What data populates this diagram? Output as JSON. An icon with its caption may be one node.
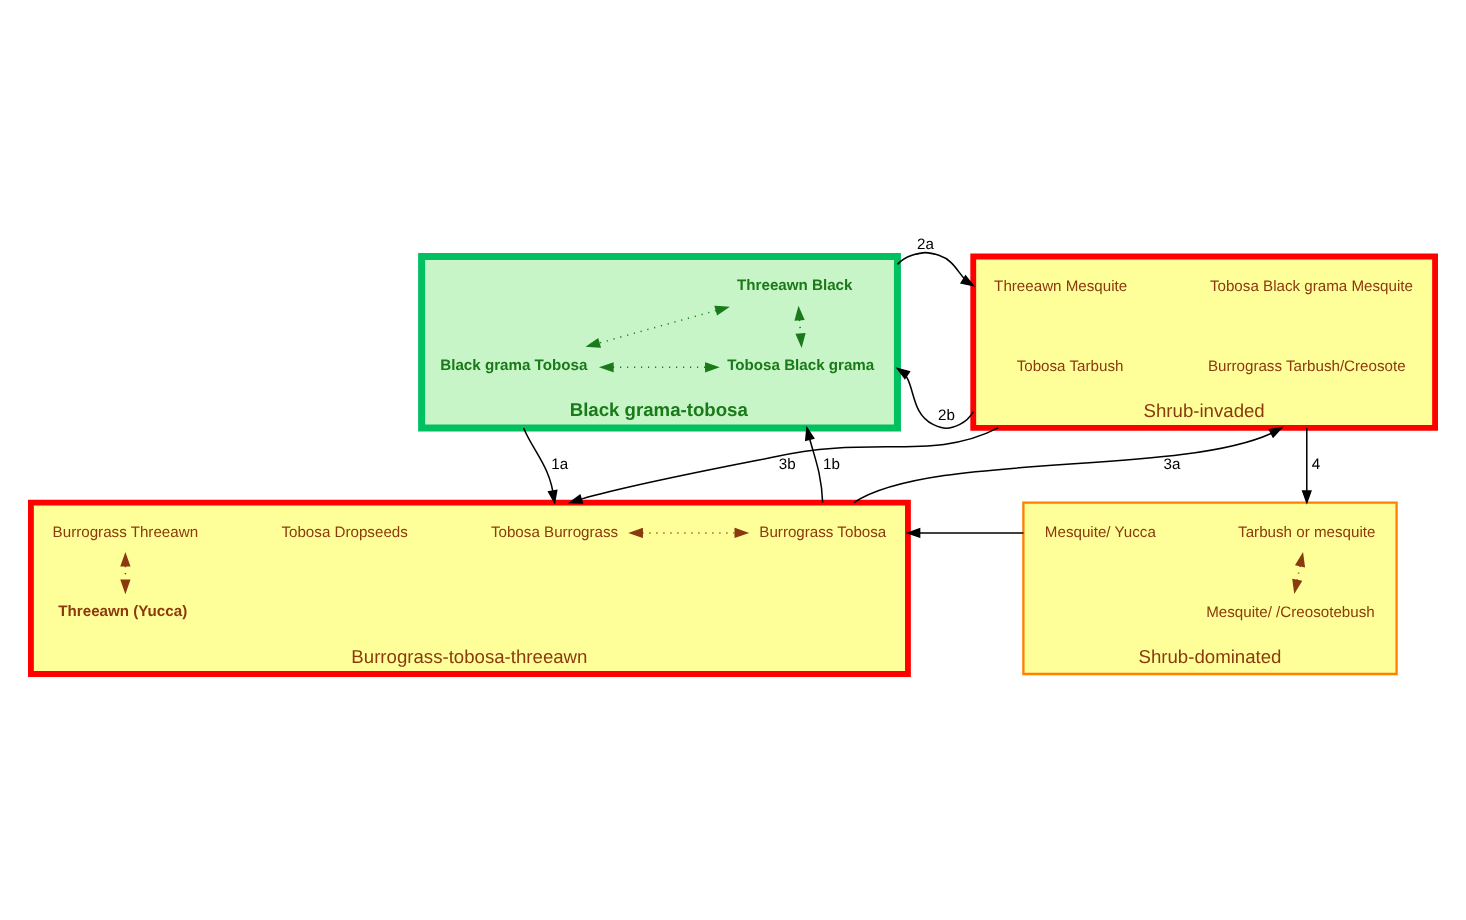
{
  "diagram": {
    "nodes": [
      {
        "text": [
          "Black grama-tobosa"
        ]
      },
      {
        "text": [
          "Threeawn Black"
        ],
        "in": 0
      },
      {
        "text": [
          "Black grama Tobosa"
        ],
        "in": 0
      },
      {
        "text": [
          "Tobosa Black grama"
        ],
        "in": 0
      },
      {
        "text": [
          "Shrub-invaded"
        ]
      },
      {
        "text": [
          "Tobosa Black grama Mesquite"
        ],
        "in": 4
      },
      {
        "text": [
          "Threeawn Mesquite"
        ],
        "in": 4
      },
      {
        "text": [
          "Burrograss Tarbush/Creosote"
        ],
        "in": 4
      },
      {
        "text": [
          "Tobosa Tarbush"
        ],
        "in": 4
      },
      {
        "text": [
          "Burrograss-tobosa-threeawn"
        ]
      },
      {
        "text": [
          "Tobosa Burrograss"
        ],
        "in": 9
      },
      {
        "text": [
          "Burrograss Tobosa"
        ],
        "in": 9
      },
      {
        "text": [
          "Tobosa Dropseeds"
        ],
        "in": 9
      },
      {
        "text": [
          "Burrograss Threeawn"
        ],
        "in": 9
      },
      {
        "text": [
          "Threeawn (Yucca)"
        ],
        "in": 9
      },
      {
        "text": [
          "Shrub-dominated"
        ]
      },
      {
        "text": [
          "Tarbush or mesquite"
        ],
        "in": 15
      },
      {
        "text": [
          "Mesquite/ Yucca"
        ],
        "in": 15
      },
      {
        "text": [
          "Mesquite/ /Creosotebush"
        ],
        "in": 15
      }
    ],
    "edges": [
      {
        "from": 1,
        "to": 2,
        "arrow": "both",
        "style": "dashed",
        "color": "#1a7a1a"
      },
      {
        "from": 1,
        "to": 3,
        "arrow": "both",
        "style": "dashed",
        "color": "#1a7a1a"
      },
      {
        "from": 2,
        "to": 3,
        "arrow": "both",
        "style": "dashed",
        "color": "#1a7a1a"
      },
      {
        "from": 0,
        "to": 4,
        "arrow": "to",
        "label": "2a"
      },
      {
        "from": 4,
        "to": 0,
        "arrow": "to",
        "label": "2b"
      },
      {
        "from": 0,
        "to": 9,
        "arrow": "to",
        "label": "1a"
      },
      {
        "from": 9,
        "to": 0,
        "arrow": "to",
        "label": "1b"
      },
      {
        "from": 9,
        "to": 4,
        "arrow": "to",
        "label": "3a"
      },
      {
        "from": 4,
        "to": 9,
        "arrow": "to",
        "label": "3b"
      },
      {
        "from": 4,
        "to": 15,
        "arrow": "to",
        "label": "4"
      },
      {
        "from": 15,
        "to": 9,
        "arrow": "to"
      },
      {
        "from": 10,
        "to": 11,
        "arrow": "both",
        "style": "dashed",
        "color": "#8b3a0f"
      },
      {
        "from": 13,
        "to": 14,
        "arrow": "both",
        "style": "dashed",
        "color": "#8b3a0f"
      },
      {
        "from": 16,
        "to": 18,
        "arrow": "both",
        "style": "dashed",
        "color": "#8b3a0f"
      }
    ]
  }
}
